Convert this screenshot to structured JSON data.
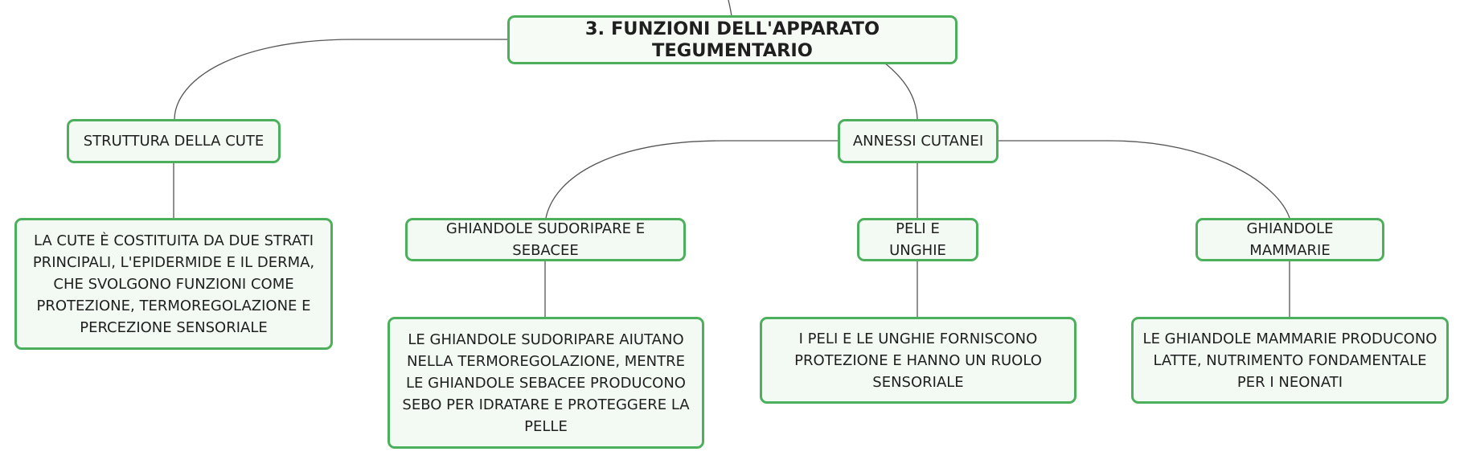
{
  "diagram": {
    "root": {
      "label": "3. FUNZIONI DELL'APPARATO TEGUMENTARIO"
    },
    "topics": [
      {
        "label": "STRUTTURA DELLA CUTE",
        "detail": "LA CUTE È COSTITUITA DA DUE STRATI PRINCIPALI, L'EPIDERMIDE E IL DERMA, CHE SVOLGONO FUNZIONI COME PROTEZIONE, TERMOREGOLAZIONE E PERCEZIONE SENSORIALE"
      },
      {
        "label": "ANNESSI CUTANEI",
        "subtopics": [
          {
            "label": "GHIANDOLE SUDORIPARE E SEBACEE",
            "detail": "LE GHIANDOLE SUDORIPARE AIUTANO NELLA TERMOREGOLAZIONE, MENTRE LE GHIANDOLE SEBACEE PRODUCONO SEBO PER IDRATARE E PROTEGGERE LA PELLE"
          },
          {
            "label": "PELI E UNGHIE",
            "detail": "I PELI E LE UNGHIE FORNISCONO PROTEZIONE E HANNO UN RUOLO SENSORIALE"
          },
          {
            "label": "GHIANDOLE MAMMARIE",
            "detail": "LE GHIANDOLE MAMMARIE PRODUCONO LATTE, NUTRIMENTO FONDAMENTALE PER I NEONATI"
          }
        ]
      }
    ]
  },
  "colors": {
    "node_border": "#4caf5c",
    "node_fill": "#f2faf3",
    "connector": "#555555",
    "text": "#1f1f1f"
  }
}
